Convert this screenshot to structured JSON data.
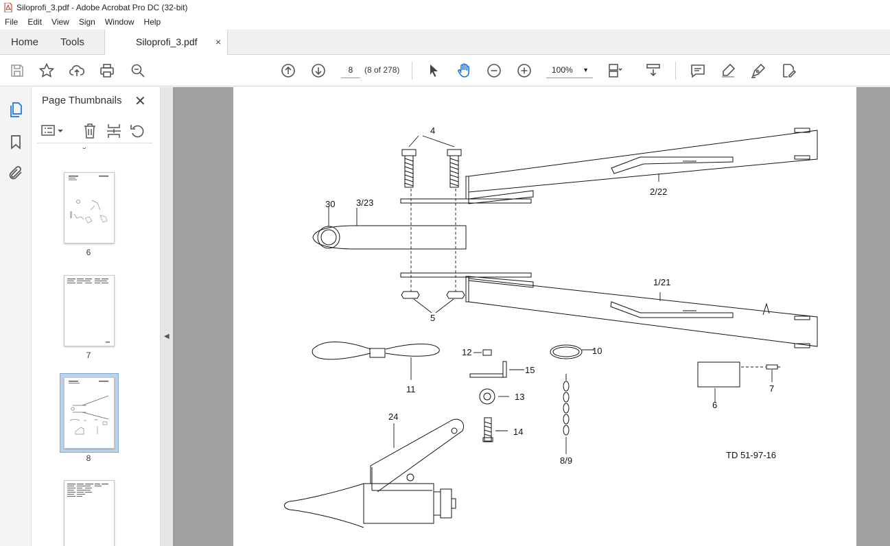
{
  "window": {
    "title": "Siloprofi_3.pdf - Adobe Acrobat Pro DC (32-bit)"
  },
  "menu": [
    "File",
    "Edit",
    "View",
    "Sign",
    "Window",
    "Help"
  ],
  "tabs": {
    "home": "Home",
    "tools": "Tools",
    "document": "Siloprofi_3.pdf",
    "close": "×"
  },
  "toolbar": {
    "page_number": "8",
    "page_of": "(8 of 278)",
    "zoom": "100%"
  },
  "thumbnails": {
    "title": "Page Thumbnails",
    "close": "✕",
    "items": [
      {
        "label": "6"
      },
      {
        "label": "7"
      },
      {
        "label": "8",
        "selected": true
      }
    ]
  },
  "drawing": {
    "labels": [
      "4",
      "30",
      "3/23",
      "2/22",
      "1/21",
      "5",
      "11",
      "12",
      "15",
      "13",
      "14",
      "10",
      "8/9",
      "6",
      "7",
      "24"
    ],
    "doc_id": "TD 51-97-16"
  }
}
